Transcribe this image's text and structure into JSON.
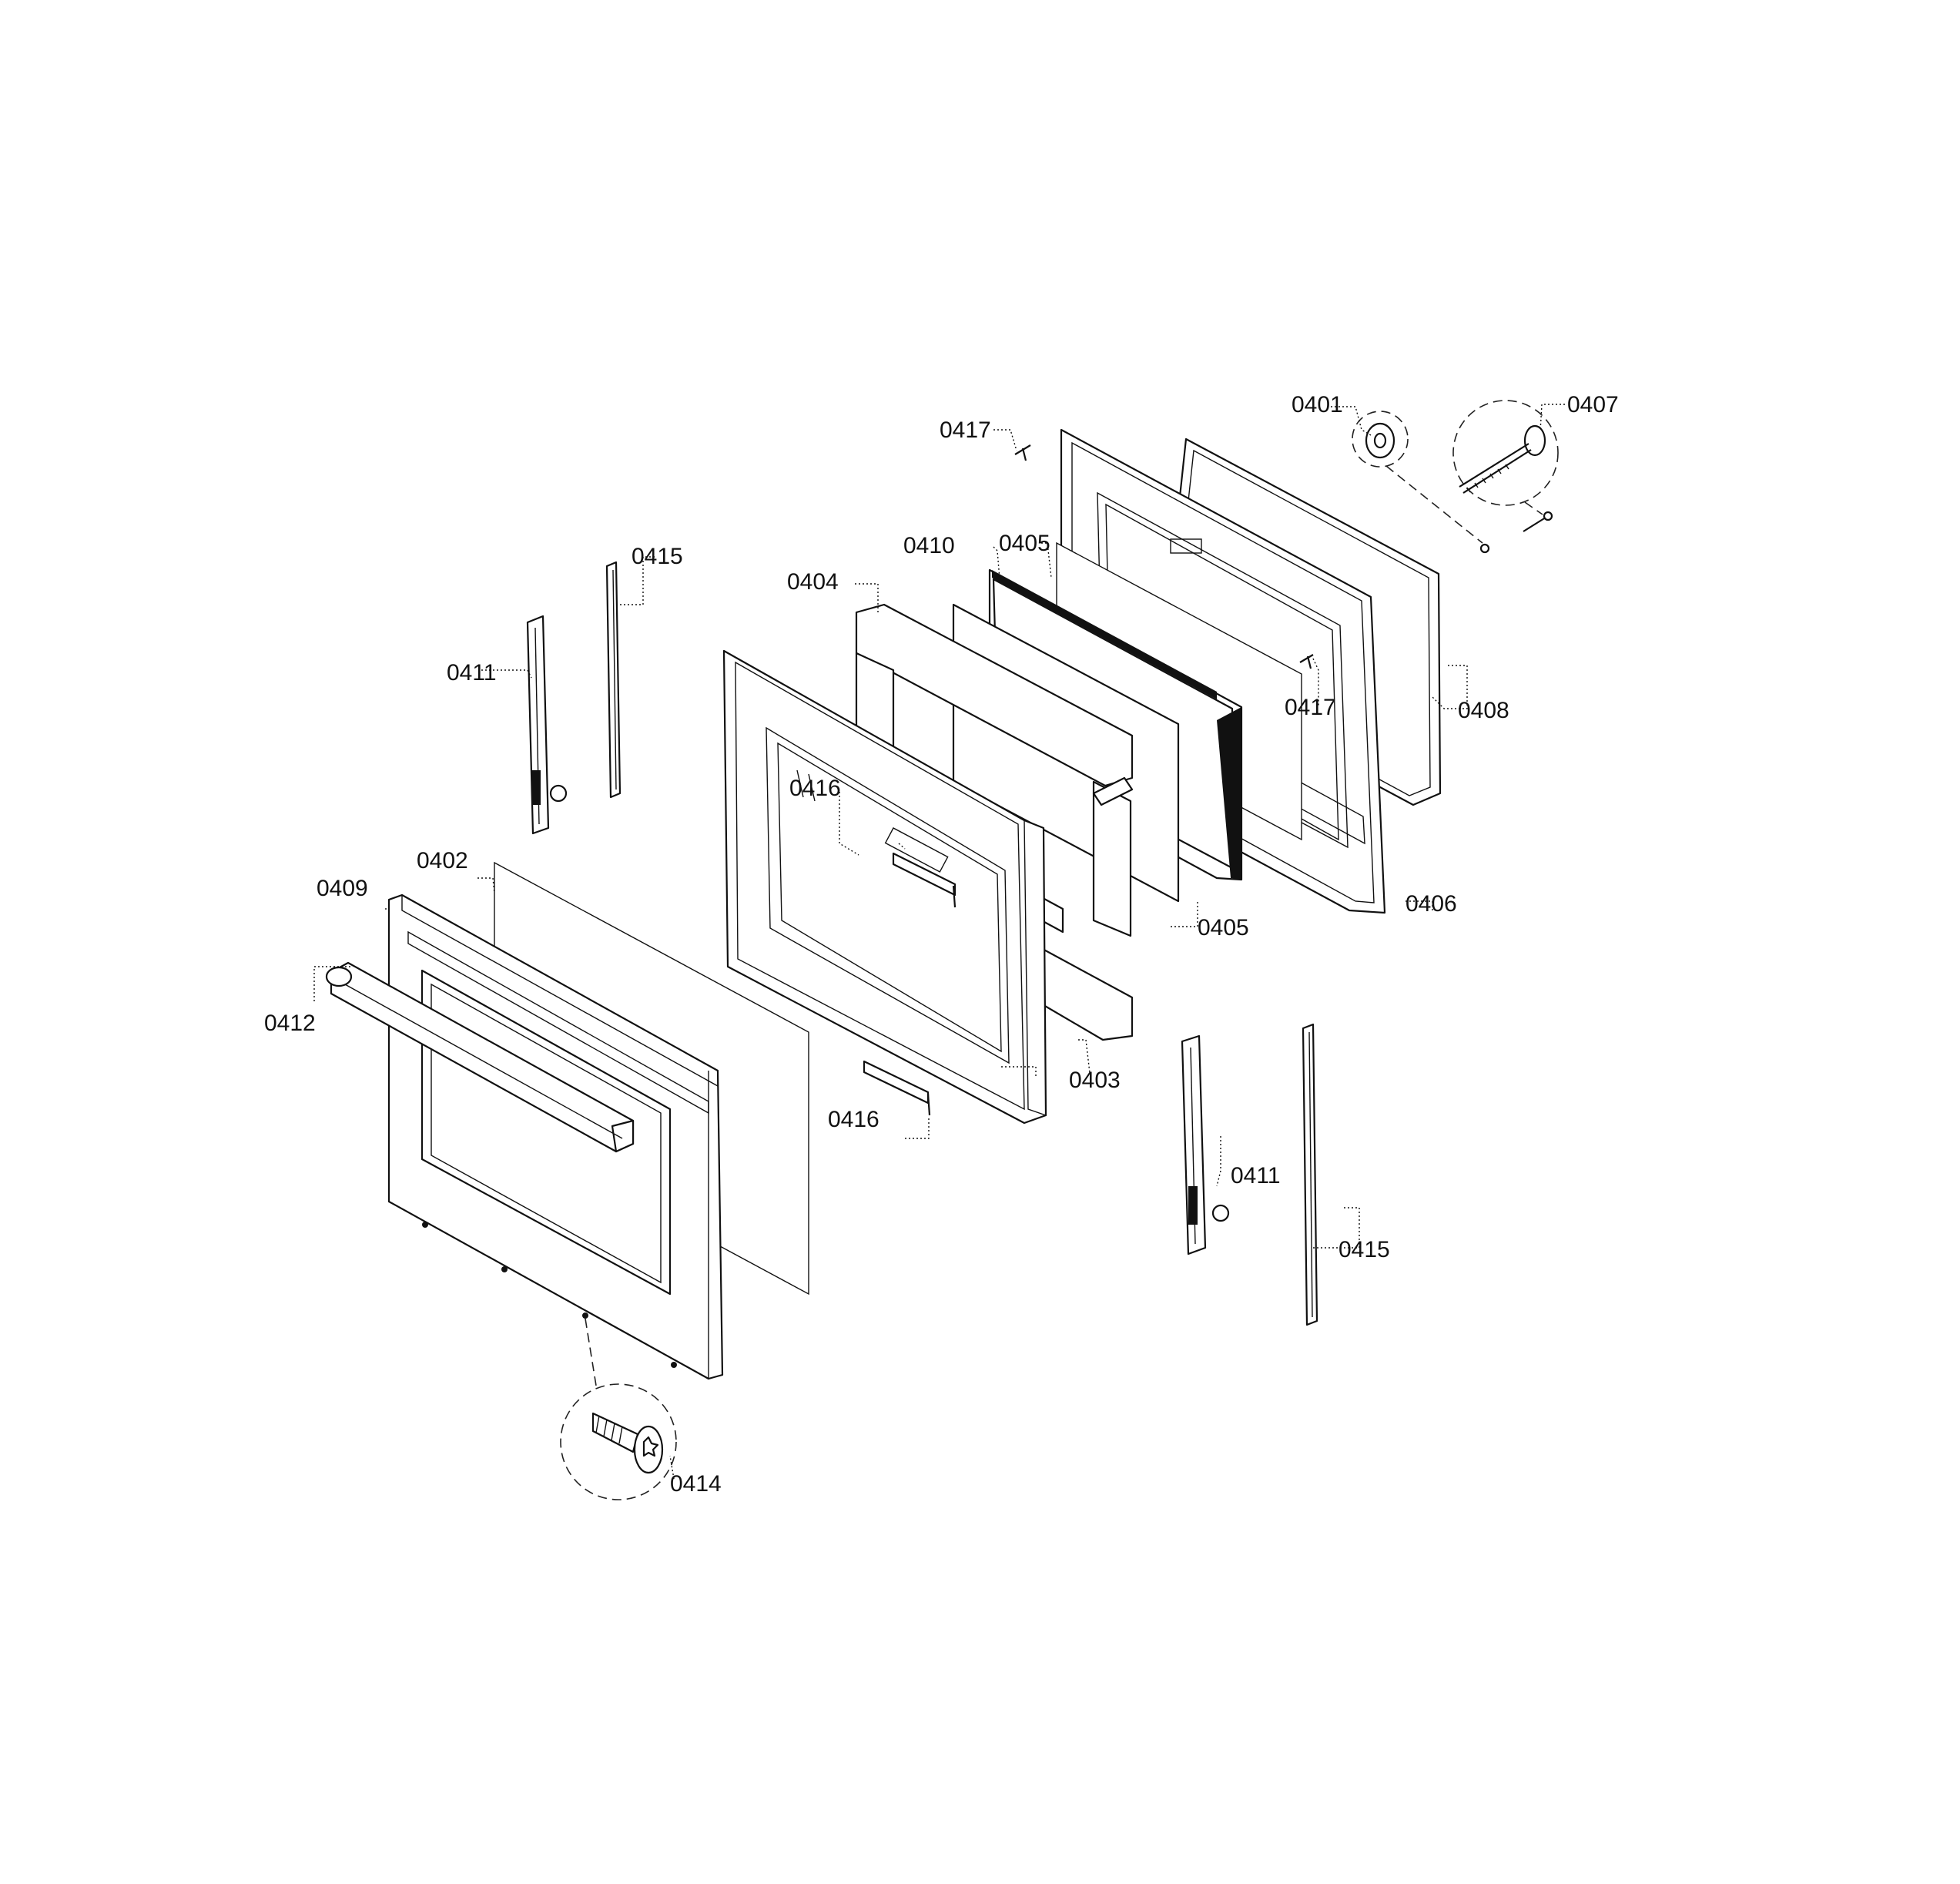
{
  "diagram": {
    "callouts": [
      {
        "id": "c0401",
        "text": "0401"
      },
      {
        "id": "c0402",
        "text": "0402"
      },
      {
        "id": "c0403",
        "text": "0403"
      },
      {
        "id": "c0404",
        "text": "0404"
      },
      {
        "id": "c0405a",
        "text": "0405"
      },
      {
        "id": "c0405b",
        "text": "0405"
      },
      {
        "id": "c0406",
        "text": "0406"
      },
      {
        "id": "c0407",
        "text": "0407"
      },
      {
        "id": "c0408",
        "text": "0408"
      },
      {
        "id": "c0409",
        "text": "0409"
      },
      {
        "id": "c0410",
        "text": "0410"
      },
      {
        "id": "c0411a",
        "text": "0411"
      },
      {
        "id": "c0411b",
        "text": "0411"
      },
      {
        "id": "c0412",
        "text": "0412"
      },
      {
        "id": "c0414",
        "text": "0414"
      },
      {
        "id": "c0415a",
        "text": "0415"
      },
      {
        "id": "c0415b",
        "text": "0415"
      },
      {
        "id": "c0416a",
        "text": "0416"
      },
      {
        "id": "c0416b",
        "text": "0416"
      },
      {
        "id": "c0417a",
        "text": "0417"
      },
      {
        "id": "c0417b",
        "text": "0417"
      }
    ]
  }
}
